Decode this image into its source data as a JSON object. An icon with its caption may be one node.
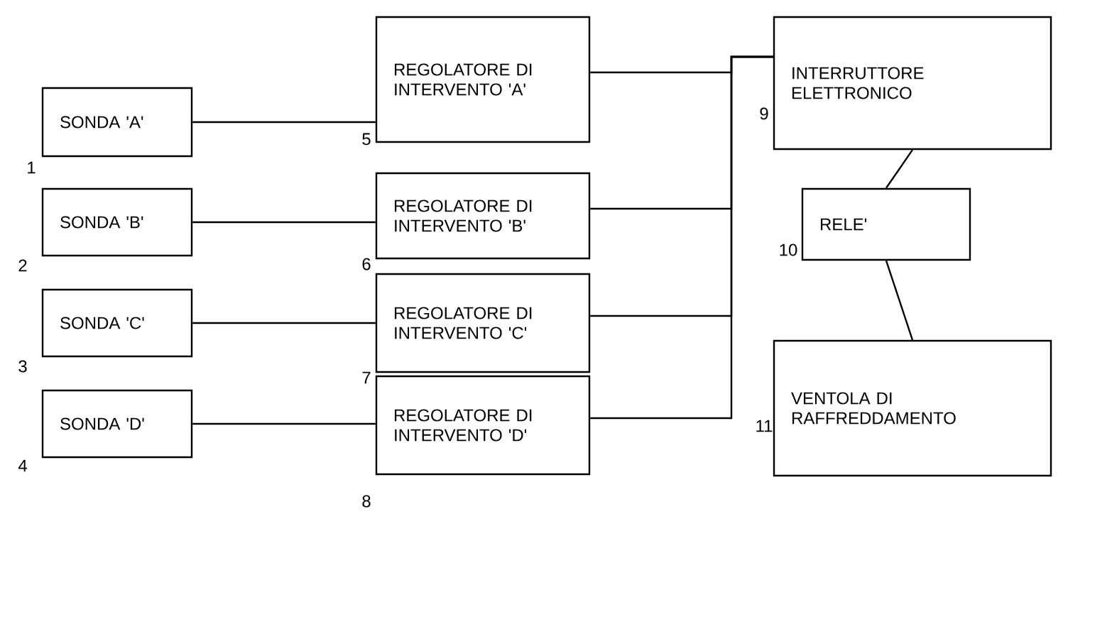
{
  "diagram": {
    "nodes": [
      {
        "text": [
          "SONDA 'A'"
        ],
        "beside": [
          "1"
        ]
      },
      {
        "text": [
          "SONDA 'B'"
        ],
        "beside": [
          "2"
        ]
      },
      {
        "text": [
          "SONDA 'C'"
        ],
        "beside": [
          "3"
        ]
      },
      {
        "text": [
          "SONDA 'D'"
        ],
        "beside": [
          "4"
        ]
      },
      {
        "text": [
          "REGOLATORE DI INTERVENTO 'A'"
        ],
        "beside": [
          "5"
        ]
      },
      {
        "text": [
          "REGOLATORE DI INTERVENTO 'B'"
        ],
        "beside": [
          "6"
        ]
      },
      {
        "text": [
          "REGOLATORE DI INTERVENTO 'C'"
        ],
        "beside": [
          "7"
        ]
      },
      {
        "text": [
          "REGOLATORE DI INTERVENTO 'D'"
        ],
        "beside": [
          "8"
        ]
      },
      {
        "text": [
          "INTERRUTTORE ELETTRONICO"
        ],
        "beside": [
          "9"
        ]
      },
      {
        "text": [
          "RELE'"
        ],
        "beside": [
          "10"
        ]
      },
      {
        "text": [
          "VENTOLA DI RAFFREDDAMENTO"
        ],
        "beside": [
          "11"
        ]
      }
    ],
    "edges": [
      {
        "from": 0,
        "to": 4,
        "arrow": "none"
      },
      {
        "from": 1,
        "to": 5,
        "arrow": "none"
      },
      {
        "from": 2,
        "to": 6,
        "arrow": "none"
      },
      {
        "from": 3,
        "to": 7,
        "arrow": "none"
      },
      {
        "from": 4,
        "to": 8,
        "arrow": "none"
      },
      {
        "from": 5,
        "to": 8,
        "arrow": "none"
      },
      {
        "from": 6,
        "to": 8,
        "arrow": "none"
      },
      {
        "from": 7,
        "to": 8,
        "arrow": "none"
      },
      {
        "from": 8,
        "to": 9,
        "arrow": "none"
      },
      {
        "from": 9,
        "to": 10,
        "arrow": "none"
      }
    ]
  }
}
